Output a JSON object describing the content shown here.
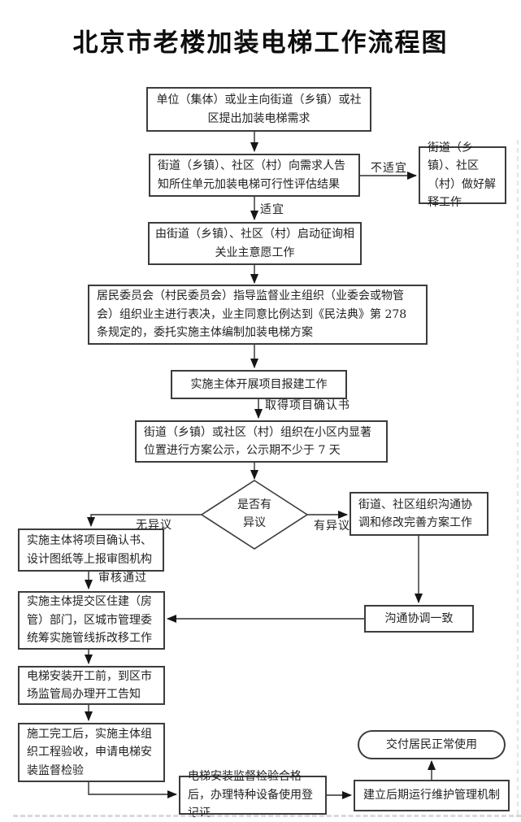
{
  "title": "北京市老楼加装电梯工作流程图",
  "nodes": {
    "demand": {
      "text": "单位（集体）或业主向街道（乡镇）或社区提出加装电梯需求"
    },
    "feasibility": {
      "text": "街道（乡镇）、社区（村）向需求人告知所住单元加装电梯可行性评估结果"
    },
    "explain": {
      "text": "街道（乡镇）、社区（村）做好解释工作"
    },
    "consult": {
      "text": "由街道（乡镇）、社区（村）启动征询相关业主意愿工作"
    },
    "vote": {
      "text": "居民委员会（村民委员会）指导监督业主组织（业委会或物管会）组织业主进行表决，业主同意比例达到《民法典》第 278 条规定的，委托实施主体编制加装电梯方案"
    },
    "filing": {
      "text": "实施主体开展项目报建工作"
    },
    "publicity": {
      "text": "街道（乡镇）或社区（村）组织在小区内显著位置进行方案公示，公示期不少于 7 天"
    },
    "decision": {
      "line1": "是否有",
      "line2": "异议"
    },
    "coordinate": {
      "text": "街道、社区组织沟通协调和修改完善方案工作"
    },
    "agreed": {
      "text": "沟通协调一致"
    },
    "review": {
      "text": "实施主体将项目确认书、设计图纸等上报审图机构"
    },
    "submit": {
      "text": "实施主体提交区住建（房管）部门，区城市管理委统筹实施管线拆改移工作"
    },
    "notify": {
      "text": "电梯安装开工前，到区市场监管局办理开工告知"
    },
    "acceptance": {
      "text": "施工完工后，实施主体组织工程验收，申请电梯安装监督检验"
    },
    "registration": {
      "text": "电梯安装监督检验合格后，办理特种设备使用登记证"
    },
    "maintenance": {
      "text": "建立后期运行维护管理机制"
    },
    "end": {
      "text": "交付居民正常使用"
    }
  },
  "labels": {
    "unsuitable": "不适宜",
    "suitable": "适宜",
    "obtain_confirmation": "取得项目确认书",
    "no_objection": "无异议",
    "objection": "有异议",
    "review_passed": "审核通过"
  },
  "colors": {
    "line": "#2e2e2e",
    "box_border": "#3c3c3c",
    "background": "#ffffff",
    "text": "#1d1d1d"
  }
}
